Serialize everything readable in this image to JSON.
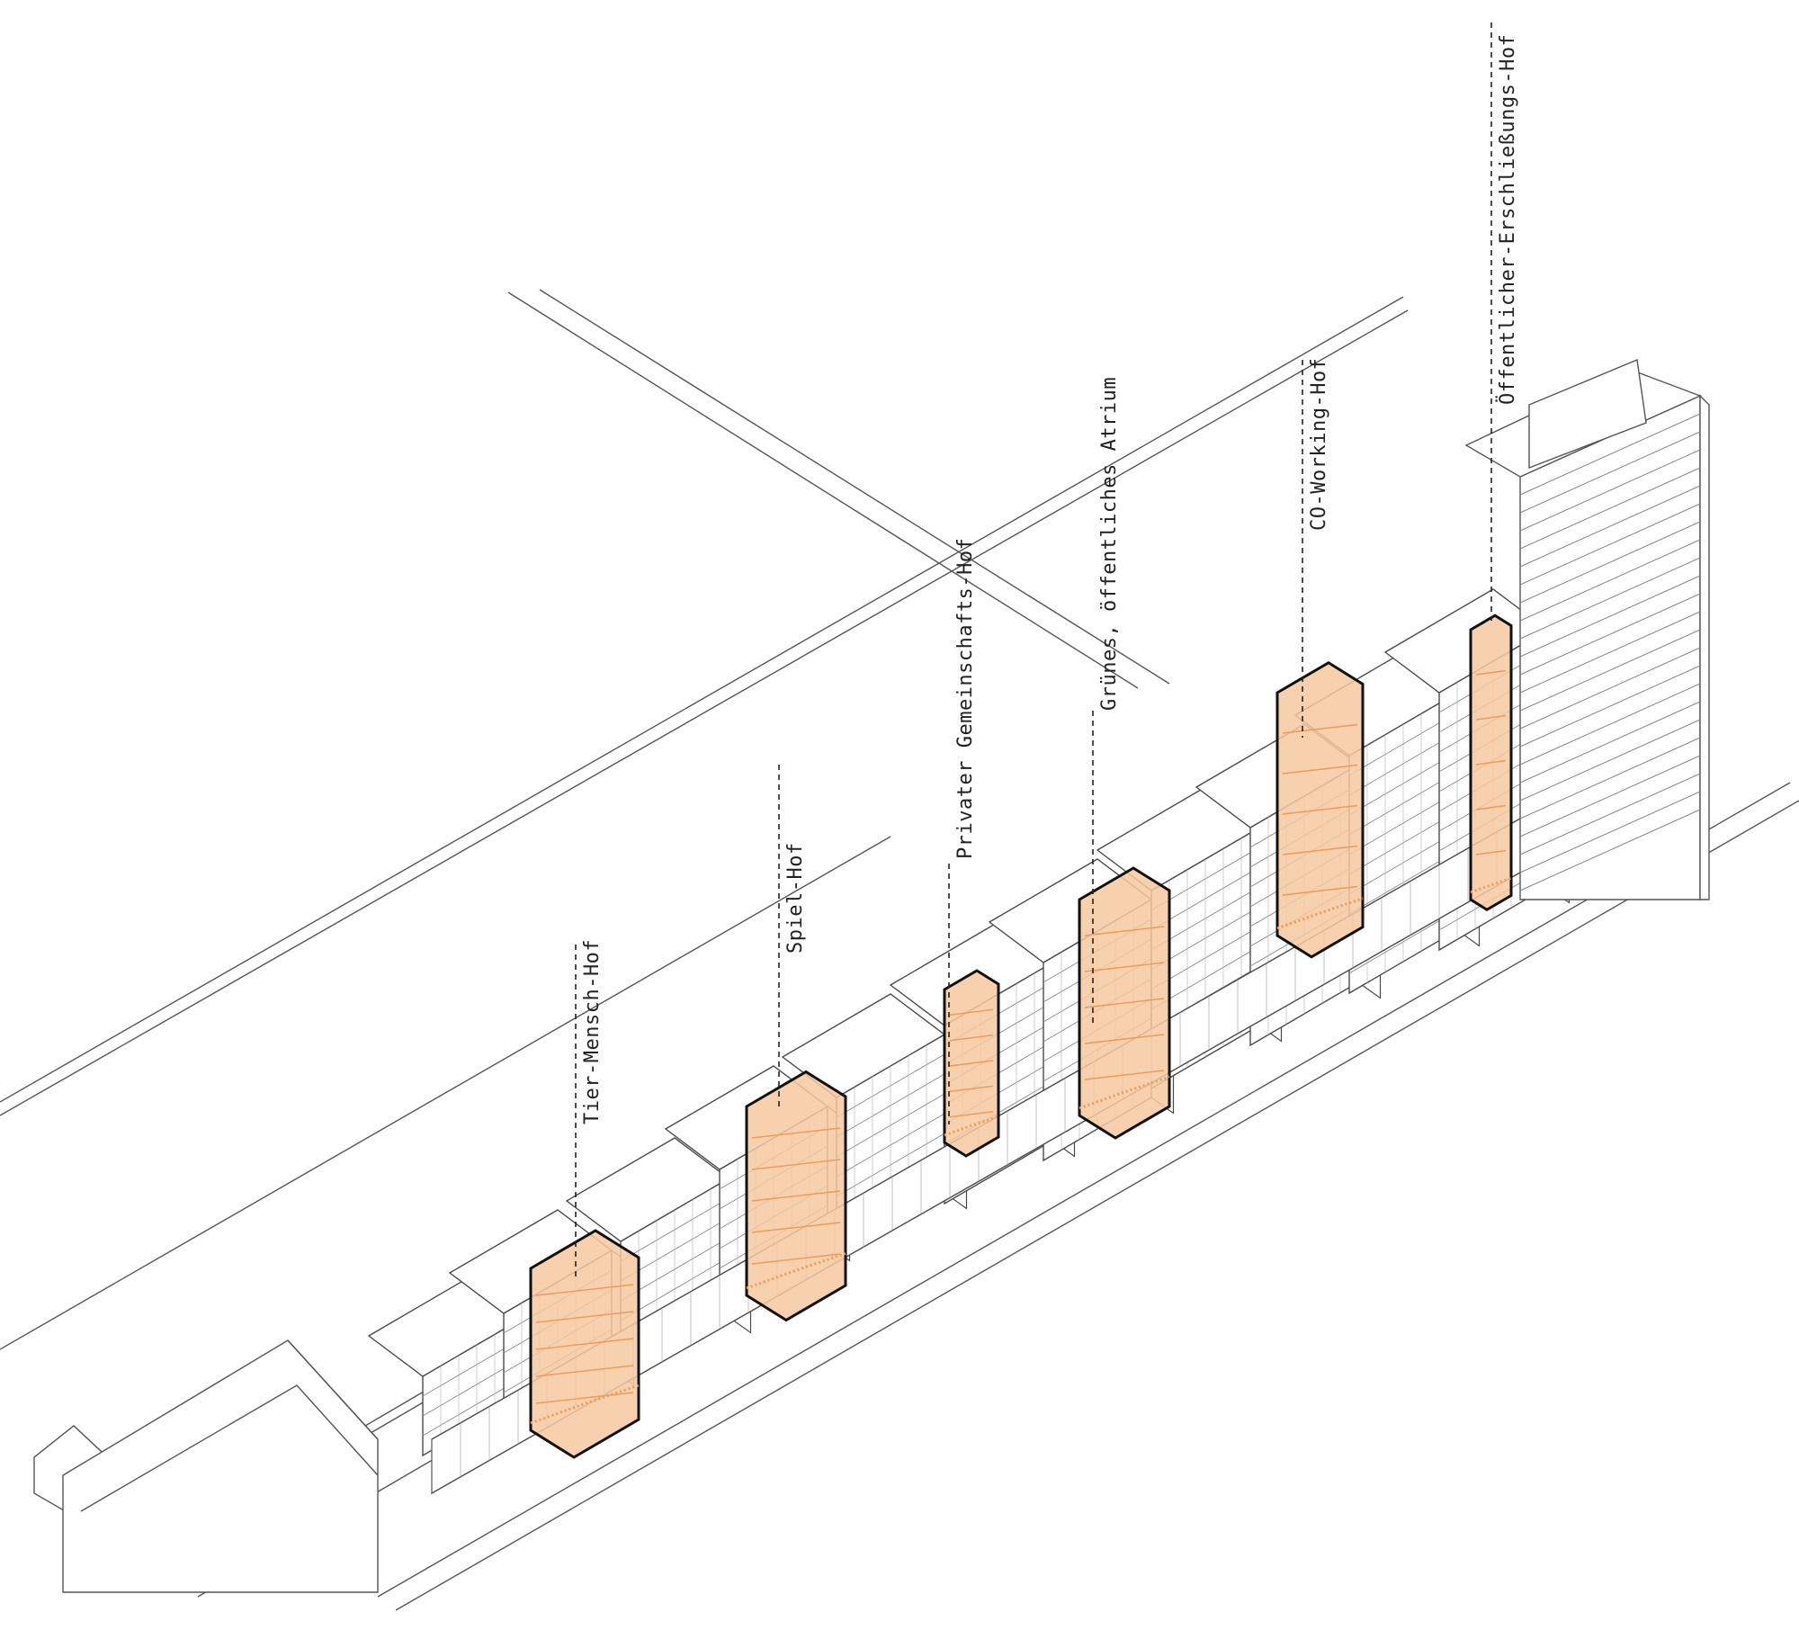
{
  "colors": {
    "line": "#4a4a4a",
    "thin": "#8a8a8a",
    "cut": "#111111",
    "courtyard": "#f6c9a0",
    "courtyard_dark": "#ef9a55",
    "background": "#ffffff"
  },
  "labels": {
    "tier_mensch_hof": "Tier-Mensch-Hof",
    "spiel_hof": "Spiel-Hof",
    "privater_hof": "Privater Gemeinschafts-Hof",
    "gruenes_atrium": "Grünes, öffentliches Atrium",
    "coworking_hof": "CO-Working-Hof",
    "erschliessungs_hof": "Öffentlicher-Erschließungs-Hof"
  }
}
